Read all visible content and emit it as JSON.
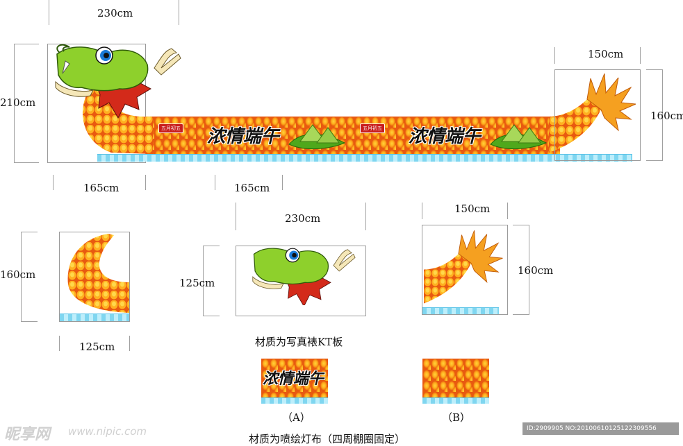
{
  "dimensions": {
    "top_width_head": "230cm",
    "top_height_head": "210cm",
    "top_width_tail": "150cm",
    "top_height_tail": "160cm",
    "top_seg_a": "165cm",
    "top_seg_b": "165cm",
    "neck_height": "160cm",
    "neck_width": "125cm",
    "head_width": "230cm",
    "head_height": "125cm",
    "tail_width": "150cm",
    "tail_height": "160cm"
  },
  "banner": {
    "seal_text": "五月初五",
    "calligraphy": "浓情端午"
  },
  "captions": {
    "material_kt": "材质为写真裱KT板",
    "label_a": "（A）",
    "label_b": "（B）",
    "material_cloth": "材质为喷绘灯布（四周棚圈固定）"
  },
  "watermark": {
    "logo": "昵享网",
    "url": "www.nipic.com",
    "id_text": "ID:2909905 NO:20100610125122309556"
  },
  "colors": {
    "scale_orange": "#e85a10",
    "scale_yellow": "#ffb020",
    "dragon_green": "#8ed02c",
    "mane_red": "#d32a1a",
    "water_blue": "#7fd6f0"
  }
}
